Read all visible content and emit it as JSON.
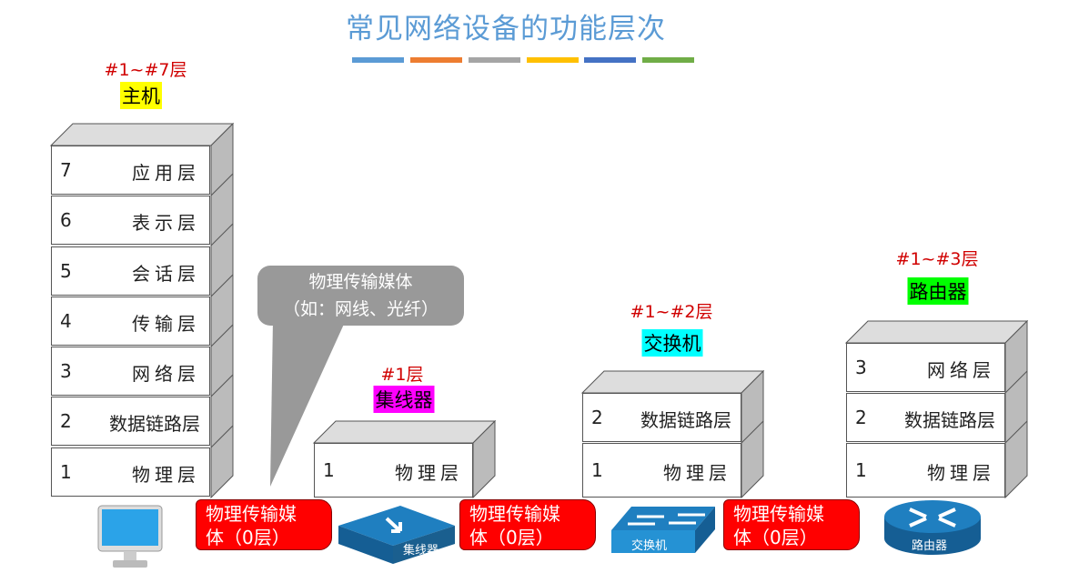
{
  "title": "常见网络设备的功能层次",
  "accent_bars": [
    "#5b9bd5",
    "#ed7d31",
    "#a5a5a5",
    "#ffc000",
    "#4472c4",
    "#70ad47"
  ],
  "host": {
    "layers_label": "#1~#7层",
    "name": "主机",
    "rows": [
      {
        "n": "7",
        "t": "应用层"
      },
      {
        "n": "6",
        "t": "表示层"
      },
      {
        "n": "5",
        "t": "会话层"
      },
      {
        "n": "4",
        "t": "传输层"
      },
      {
        "n": "3",
        "t": "网络层"
      },
      {
        "n": "2",
        "t": "数据链路层"
      },
      {
        "n": "1",
        "t": "物理层"
      }
    ]
  },
  "hub": {
    "layers_label": "#1层",
    "name": "集线器",
    "rows": [
      {
        "n": "1",
        "t": "物理层"
      }
    ],
    "icon_label": "集线器"
  },
  "switch": {
    "layers_label": "#1~#2层",
    "name": "交换机",
    "rows": [
      {
        "n": "2",
        "t": "数据链路层"
      },
      {
        "n": "1",
        "t": "物理层"
      }
    ],
    "icon_label": "交换机"
  },
  "router": {
    "layers_label": "#1~#3层",
    "name": "路由器",
    "rows": [
      {
        "n": "3",
        "t": "网络层"
      },
      {
        "n": "2",
        "t": "数据链路层"
      },
      {
        "n": "1",
        "t": "物理层"
      }
    ],
    "icon_label": "路由器"
  },
  "callout": {
    "line1": "物理传输媒体",
    "line2": "（如：网线、光纤）"
  },
  "medium": {
    "line1": "物理传输媒",
    "line2": "体（0层）"
  }
}
